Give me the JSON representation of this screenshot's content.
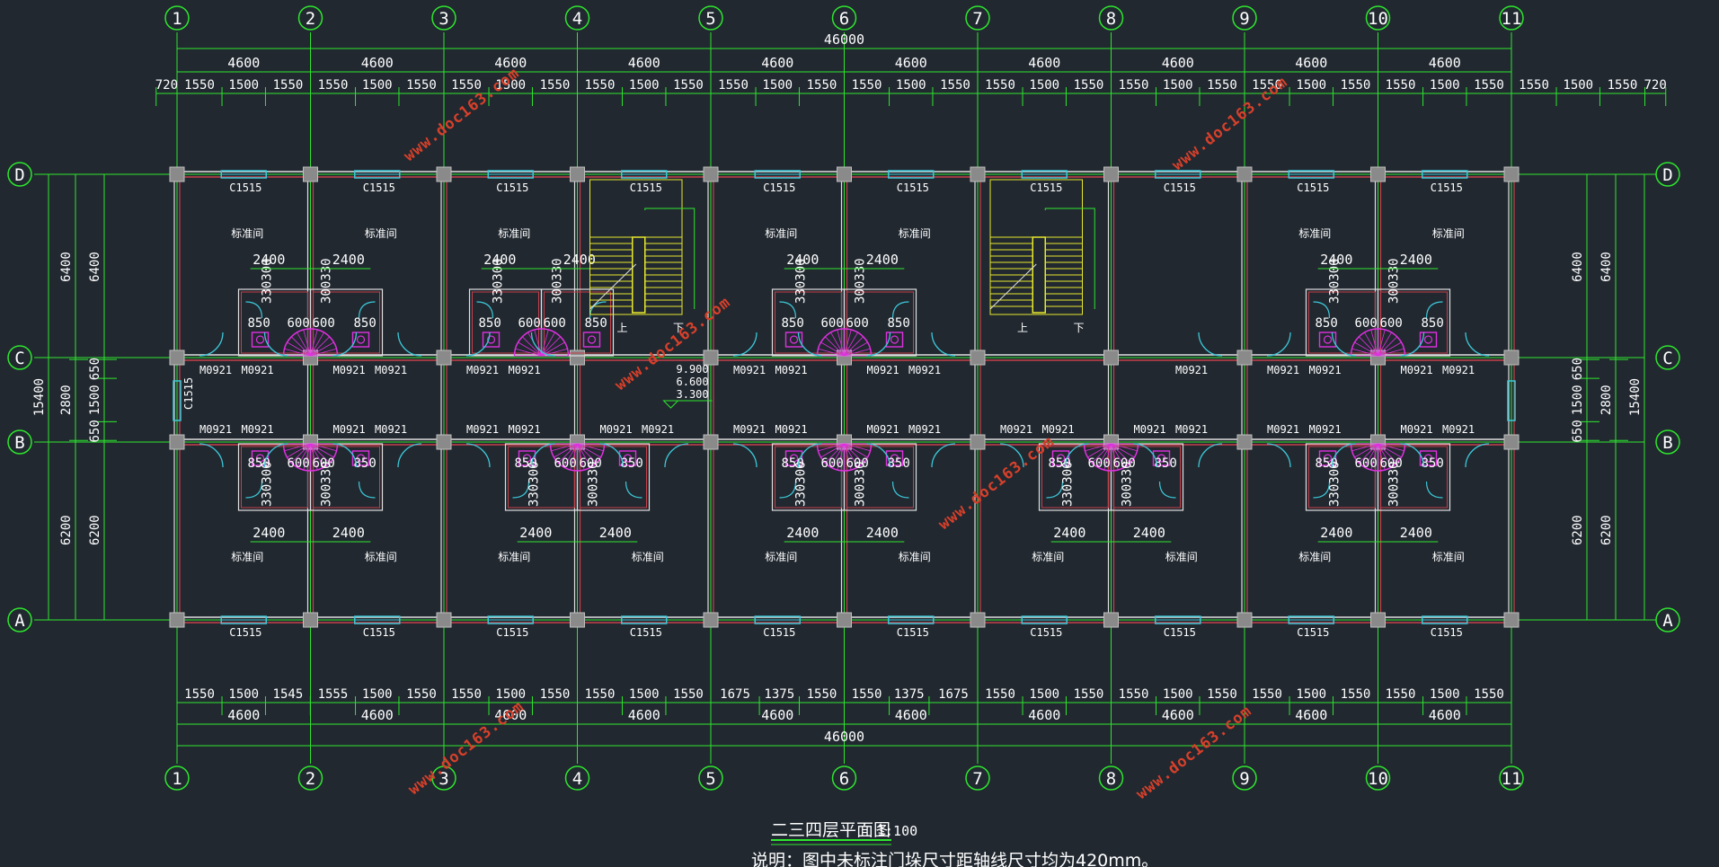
{
  "drawing": {
    "title": "二三四层平面图",
    "scale": "1:100",
    "note": "说明：图中未标注门垛尺寸距轴线尺寸均为420mm。",
    "total_length": "46000",
    "total_depth": "15400"
  },
  "axes": {
    "columns": [
      "1",
      "2",
      "3",
      "4",
      "5",
      "6",
      "7",
      "8",
      "9",
      "10",
      "11"
    ],
    "rows": [
      "D",
      "C",
      "B",
      "A"
    ]
  },
  "dimensions": {
    "bay": "4600",
    "top_subdims": [
      "720",
      "1550",
      "1500",
      "1550",
      "1550",
      "1500",
      "1550",
      "1550",
      "1500",
      "1550",
      "1550",
      "1500",
      "1550",
      "1550",
      "1500",
      "1550",
      "1550",
      "1500",
      "1550",
      "1550",
      "1500",
      "1550",
      "1550",
      "1500",
      "1550",
      "1550",
      "1500",
      "1550",
      "1550",
      "1500",
      "1550",
      "1550",
      "1500",
      "1550",
      "720"
    ],
    "bottom_subdims": [
      "1550",
      "1500",
      "1545",
      "1555",
      "1500",
      "1550",
      "1550",
      "1500",
      "1550",
      "1550",
      "1500",
      "1550",
      "1675",
      "1375",
      "1550",
      "1550",
      "1375",
      "1675",
      "1550",
      "1500",
      "1550",
      "1550",
      "1500",
      "1550",
      "1550",
      "1500",
      "1550",
      "1550",
      "1500",
      "1550"
    ],
    "left_outer": [
      "6400",
      "2800",
      "6200"
    ],
    "left_inner": [
      "6400",
      "650",
      "1500",
      "650",
      "6200"
    ],
    "room_width": "2400",
    "room_depth": "2400"
  },
  "labels": {
    "window": "C1515",
    "door": "M0921",
    "room": "标准间",
    "stair_up": "上",
    "stair_down": "下",
    "elev1": "9.900",
    "elev2": "6.600",
    "elev3": "3.300",
    "fixture": [
      "850",
      "600",
      "600",
      "850"
    ],
    "bath_dims": [
      "330",
      "300",
      "300",
      "330"
    ]
  },
  "watermark": "www.doc163.com",
  "colors": {
    "background": "#212830",
    "axis": "#2ee62e",
    "wall": "#e0e0e0",
    "wall_red": "#c8404a",
    "window": "#3cc8d8",
    "fixture": "#e030e0",
    "stair": "#e8e82c",
    "column": "#8a8a8a",
    "text": "#ffffff",
    "watermark": "#d8402a"
  }
}
